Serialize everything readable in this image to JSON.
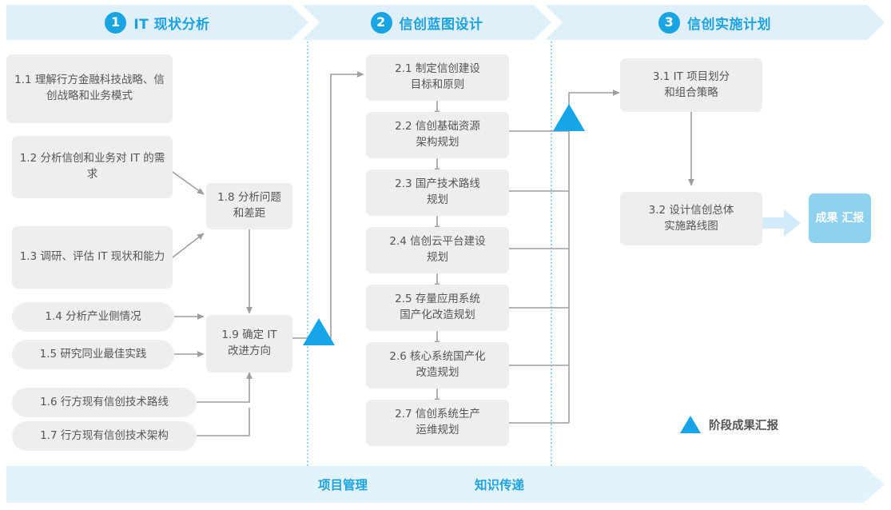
{
  "meta": {
    "colors": {
      "accent_blue": "#19a5e3",
      "band_bg": "#dff0fa",
      "footer_bg": "#e3f3fb",
      "box_bg": "#eeeeee",
      "box_text": "#555555",
      "badge_bg": "#8ed2f0",
      "connector": "#9e9e9e",
      "divider_dotted": "#3fb6e8"
    }
  },
  "phases": [
    {
      "number": "1",
      "title": "IT 现状分析"
    },
    {
      "number": "2",
      "title": "信创蓝图设计"
    },
    {
      "number": "3",
      "title": "信创实施计划"
    }
  ],
  "phase1": {
    "inputs": [
      {
        "id": "1.1",
        "text": "1.1 理解行方金融科技战略、信创战略和业务模式"
      },
      {
        "id": "1.2",
        "text": "1.2 分析信创和业务对 IT 的需求"
      },
      {
        "id": "1.3",
        "text": "1.3 调研、评估 IT 现状和能力"
      },
      {
        "id": "1.4",
        "text": "1.4 分析产业侧情况"
      },
      {
        "id": "1.5",
        "text": "1.5 研究同业最佳实践"
      },
      {
        "id": "1.6",
        "text": "1.6 行方现有信创技术路线"
      },
      {
        "id": "1.7",
        "text": "1.7 行方现有信创技术架构"
      }
    ],
    "outputs": [
      {
        "id": "1.8",
        "line1": "1.8 分析问题",
        "line2": "和差距"
      },
      {
        "id": "1.9",
        "line1": "1.9 确定 IT",
        "line2": "改进方向"
      }
    ]
  },
  "phase2": {
    "steps": [
      {
        "id": "2.1",
        "line1": "2.1 制定信创建设",
        "line2": "目标和原则"
      },
      {
        "id": "2.2",
        "line1": "2.2 信创基础资源",
        "line2": "架构规划"
      },
      {
        "id": "2.3",
        "line1": "2.3 国产技术路线",
        "line2": "规划"
      },
      {
        "id": "2.4",
        "line1": "2.4 信创云平台建设",
        "line2": "规划"
      },
      {
        "id": "2.5",
        "line1": "2.5 存量应用系统",
        "line2": "国产化改造规划"
      },
      {
        "id": "2.6",
        "line1": "2.6 核心系统国产化",
        "line2": "改造规划"
      },
      {
        "id": "2.7",
        "line1": "2.7 信创系统生产",
        "line2": "运维规划"
      }
    ]
  },
  "phase3": {
    "steps": [
      {
        "id": "3.1",
        "line1": "3.1 IT 项目划分",
        "line2": "和组合策略"
      },
      {
        "id": "3.2",
        "line1": "3.2 设计信创总体",
        "line2": "实施路线图"
      }
    ],
    "result_badge": {
      "line1": "成果",
      "line2": "汇报"
    }
  },
  "legend": {
    "milestone_icon": "triangle-up-icon",
    "milestone_label": "阶段成果汇报"
  },
  "footer": {
    "labels": [
      {
        "text": "项目管理"
      },
      {
        "text": "知识传递"
      }
    ]
  }
}
